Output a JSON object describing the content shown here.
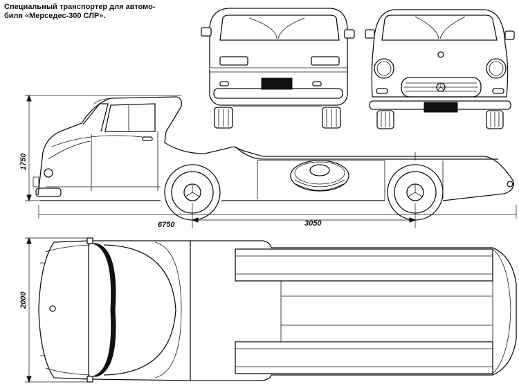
{
  "caption": {
    "line1": "Специальный транспортер для автомо-",
    "line2": "биля «Мерседес-300 СЛР»."
  },
  "dimensions": {
    "height": "1750",
    "overall_length": "6750",
    "wheelbase": "3050",
    "width": "2000"
  }
}
